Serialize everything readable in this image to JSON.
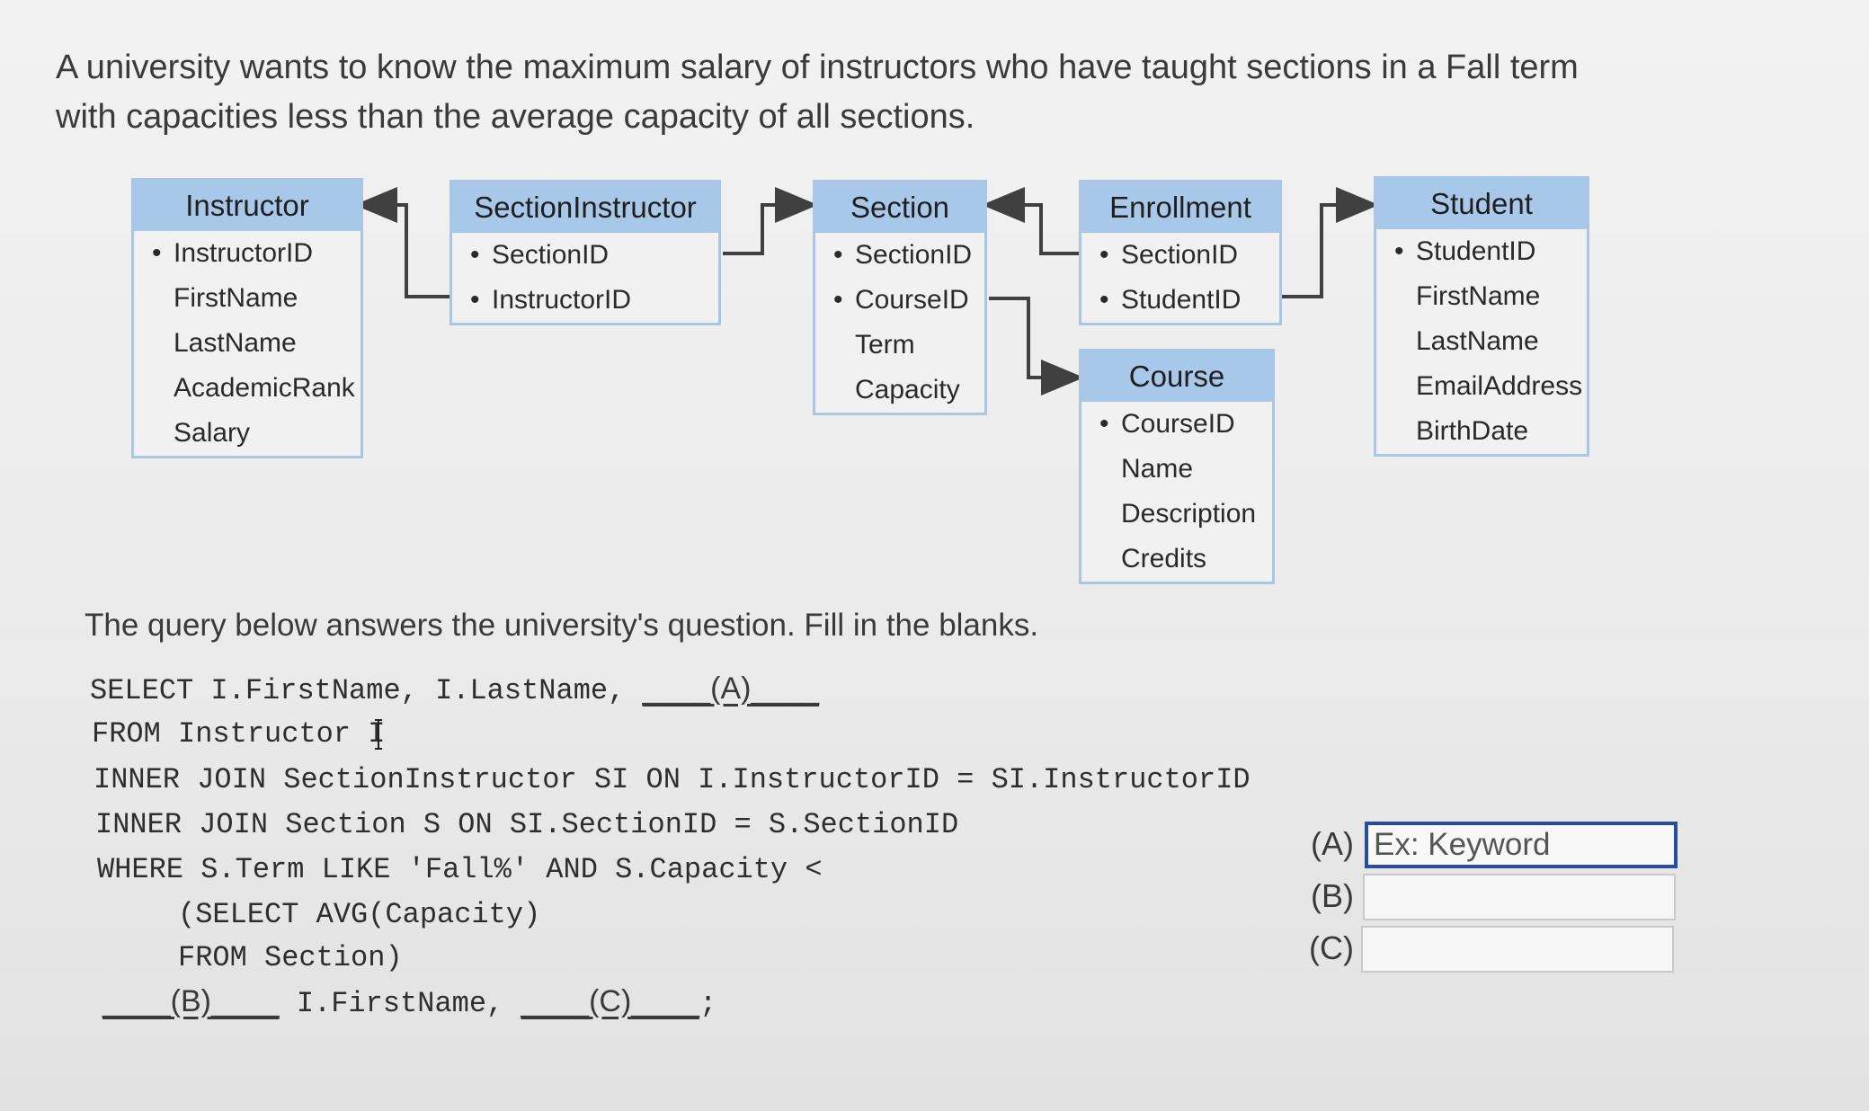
{
  "question": "A university wants to know the maximum salary of instructors who have taught sections in a Fall term with capacities less than the average capacity of all sections.",
  "tables": {
    "instructor": {
      "name": "Instructor",
      "fields": [
        {
          "bullet": "•",
          "label": "InstructorID"
        },
        {
          "bullet": "",
          "label": "FirstName"
        },
        {
          "bullet": "",
          "label": "LastName"
        },
        {
          "bullet": "",
          "label": "AcademicRank"
        },
        {
          "bullet": "",
          "label": "Salary"
        }
      ]
    },
    "section_instructor": {
      "name": "SectionInstructor",
      "fields": [
        {
          "bullet": "•",
          "label": "SectionID"
        },
        {
          "bullet": "•",
          "label": "InstructorID"
        }
      ]
    },
    "section": {
      "name": "Section",
      "fields": [
        {
          "bullet": "•",
          "label": "SectionID"
        },
        {
          "bullet": "•",
          "label": "CourseID"
        },
        {
          "bullet": "",
          "label": "Term"
        },
        {
          "bullet": "",
          "label": "Capacity"
        }
      ]
    },
    "enrollment": {
      "name": "Enrollment",
      "fields": [
        {
          "bullet": "•",
          "label": "SectionID"
        },
        {
          "bullet": "•",
          "label": "StudentID"
        }
      ]
    },
    "course": {
      "name": "Course",
      "fields": [
        {
          "bullet": "•",
          "label": "CourseID"
        },
        {
          "bullet": "",
          "label": "Name"
        },
        {
          "bullet": "",
          "label": "Description"
        },
        {
          "bullet": "",
          "label": "Credits"
        }
      ]
    },
    "student": {
      "name": "Student",
      "fields": [
        {
          "bullet": "•",
          "label": "StudentID"
        },
        {
          "bullet": "",
          "label": "FirstName"
        },
        {
          "bullet": "",
          "label": "LastName"
        },
        {
          "bullet": "",
          "label": "EmailAddress"
        },
        {
          "bullet": "",
          "label": "BirthDate"
        }
      ]
    }
  },
  "prompt": "The query below answers the university's question. Fill in the blanks.",
  "sql": {
    "line1": "SELECT I.FirstName, I.LastName, ",
    "blank_a": "____(A)____",
    "line2": "FROM Instructor I",
    "line3": "INNER JOIN SectionInstructor SI ON I.InstructorID = SI.InstructorID",
    "line4": "INNER JOIN Section S ON SI.SectionID = S.SectionID",
    "line5": "WHERE S.Term LIKE 'Fall%' AND S.Capacity <",
    "line6": "(SELECT AVG(Capacity)",
    "line7": "FROM Section)",
    "blank_b": "____(B)____",
    "line8_mid": " I.FirstName, ",
    "blank_c": "____(C)____",
    "line8_end": ";"
  },
  "answers": {
    "a": {
      "label": "(A)",
      "value": "",
      "placeholder": "Ex: Keyword"
    },
    "b": {
      "label": "(B)",
      "value": "",
      "placeholder": ""
    },
    "c": {
      "label": "(C)",
      "value": "",
      "placeholder": ""
    }
  },
  "colors": {
    "header_fill": "#a8c8ea",
    "border": "#aac6e2",
    "focus": "#2a4d9a"
  }
}
